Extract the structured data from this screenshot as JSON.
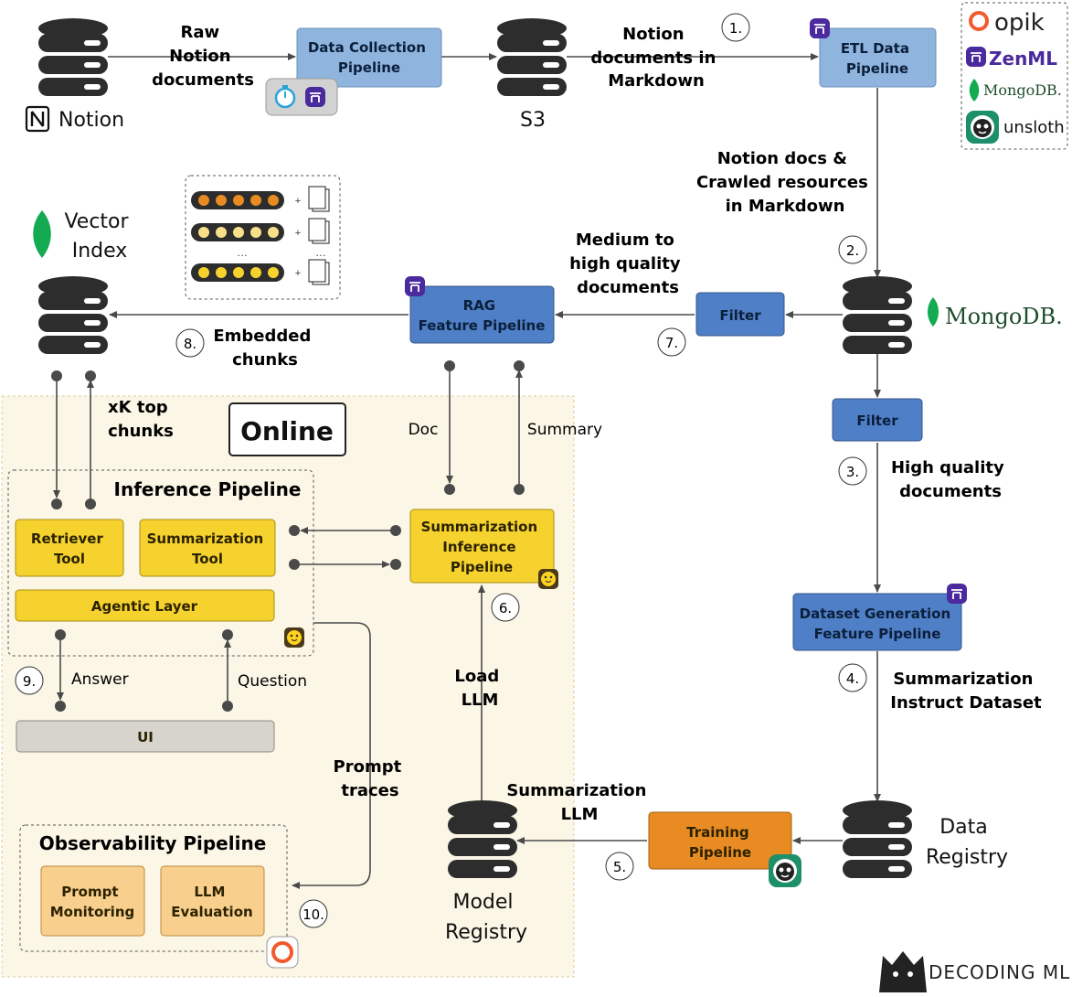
{
  "nodes": {
    "notion": "Notion",
    "raw_notion_lines": [
      "Raw",
      "Notion",
      "documents"
    ],
    "data_collection_lines": [
      "Data Collection",
      "Pipeline"
    ],
    "s3": "S3",
    "notion_md_lines": [
      "Notion",
      "documents in",
      "Markdown"
    ],
    "etl_lines": [
      "ETL Data",
      "Pipeline"
    ],
    "notion_crawled_lines": [
      "Notion docs &",
      "Crawled resources",
      "in Markdown"
    ],
    "vector_index_lines": [
      "Vector",
      "Index"
    ],
    "medium_high_lines": [
      "Medium to",
      "high quality",
      "documents"
    ],
    "rag_lines": [
      "RAG",
      "Feature Pipeline"
    ],
    "filter_top": "Filter",
    "filter_right": "Filter",
    "mongodb": "MongoDB.",
    "embedded_lines": [
      "Embedded",
      "chunks"
    ],
    "xk_lines": [
      "xK top",
      "chunks"
    ],
    "online": "Online",
    "doc": "Doc",
    "summary": "Summary",
    "inference_pipeline": "Inference Pipeline",
    "retriever_lines": [
      "Retriever",
      "Tool"
    ],
    "summarization_tool_lines": [
      "Summarization",
      "Tool"
    ],
    "summ_inference_lines": [
      "Summarization",
      "Inference",
      "Pipeline"
    ],
    "agentic_layer": "Agentic Layer",
    "answer": "Answer",
    "question": "Question",
    "ui": "UI",
    "load_llm_lines": [
      "Load",
      "LLM"
    ],
    "prompt_traces_lines": [
      "Prompt",
      "traces"
    ],
    "high_quality_lines": [
      "High quality",
      "documents"
    ],
    "dataset_gen_lines": [
      "Dataset Generation",
      "Feature Pipeline"
    ],
    "summ_instruct_lines": [
      "Summarization",
      "Instruct Dataset"
    ],
    "summ_llm_lines": [
      "Summarization",
      "LLM"
    ],
    "training_lines": [
      "Training",
      "Pipeline"
    ],
    "data_registry_lines": [
      "Data",
      "Registry"
    ],
    "model_registry_lines": [
      "Model",
      "Registry"
    ],
    "observability": "Observability Pipeline",
    "prompt_monitoring_lines": [
      "Prompt",
      "Monitoring"
    ],
    "llm_eval_lines": [
      "LLM",
      "Evaluation"
    ]
  },
  "steps": [
    "1.",
    "2.",
    "3.",
    "4.",
    "5.",
    "6.",
    "7.",
    "8.",
    "9.",
    "10."
  ],
  "legend": {
    "opik": "opik",
    "zenml": "ZenML",
    "mongodb": "MongoDB.",
    "unsloth": "unsloth"
  },
  "brand": "DECODING ML",
  "colors": {
    "blue_box": "#4f7fc6",
    "light_blue_box": "#8fb5df",
    "yellow_box": "#f6d22e",
    "orange_box": "#e88b23",
    "peach_box": "#f9cf8e",
    "ui_box": "#d6d4cc",
    "online_bg": "#fbf6e6",
    "mongo_green": "#13aa52",
    "zenml_purple": "#4a2a9c",
    "opik_orange": "#f25a2d"
  }
}
